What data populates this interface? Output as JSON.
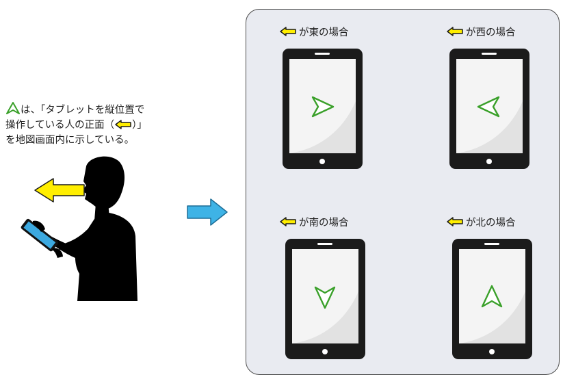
{
  "caption": {
    "line1": "は、「タブレットを縦位置で",
    "line2a": "操作している人の正面（",
    "line2b": "）」",
    "line3": "を地図画面内に示している。"
  },
  "cases": [
    {
      "label": "が東の場合",
      "direction": "east"
    },
    {
      "label": "が西の場合",
      "direction": "west"
    },
    {
      "label": "が南の場合",
      "direction": "south"
    },
    {
      "label": "が北の場合",
      "direction": "north"
    }
  ],
  "colors": {
    "front_arrow": "#ffee00",
    "front_arrow_outline": "#1a1a1a",
    "map_marker": "#3aa02a",
    "transition_arrow": "#3eb3e6",
    "panel_background": "#e9ebf1",
    "tablet_body": "#1b1b1b"
  },
  "icons": {
    "marker": "green-navigation-arrow-icon",
    "front": "yellow-left-arrow-icon",
    "transition": "blue-right-arrow-icon"
  }
}
